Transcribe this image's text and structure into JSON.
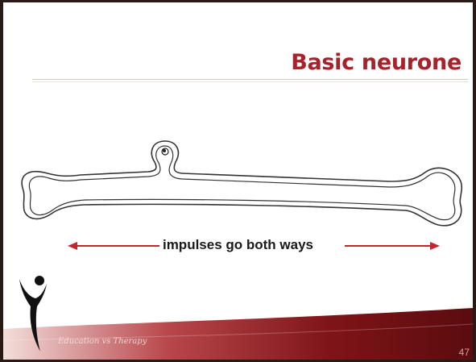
{
  "slide": {
    "title": "Basic neurone",
    "page_number": "47"
  },
  "diagram": {
    "caption": "impulses go both ways",
    "arrow_color": "#c0282d",
    "outline_color": "#333333"
  },
  "footer": {
    "logo_text": "Education vs Therapy"
  },
  "colors": {
    "title": "#a8222b",
    "footer_band": "#7e1418",
    "background": "#ffffff"
  }
}
